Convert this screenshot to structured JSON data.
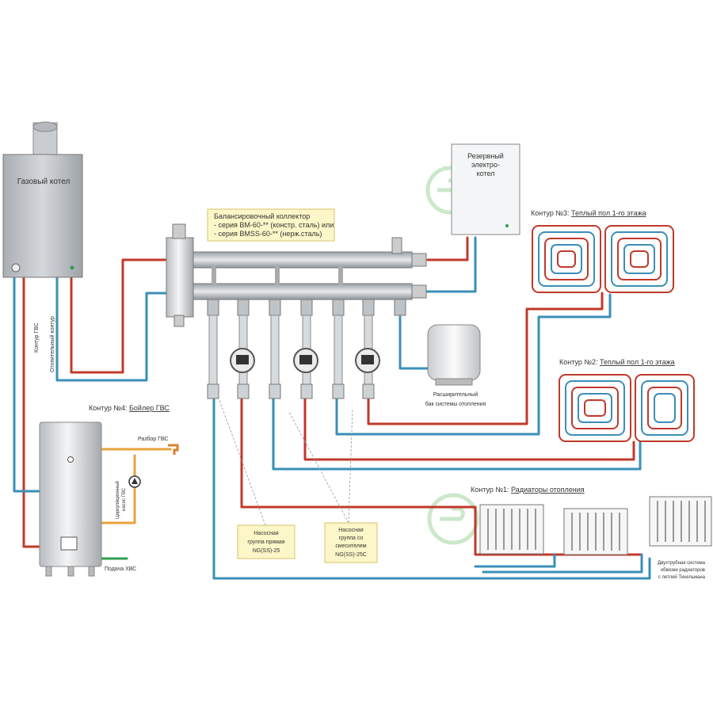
{
  "boiler": {
    "title": "Газовый котел",
    "dhw_circuit_label": "Контур ГВС",
    "heating_circuit_label": "Отопительный контур"
  },
  "collector": {
    "title": "Балансировочный коллектор",
    "line1": "- серия ВМ-60-** (констр. сталь) или",
    "line2": "- серия BMSS-60-** (нерж.сталь)"
  },
  "electric_boiler": {
    "line1": "Резервный",
    "line2": "электро-",
    "line3": "котел"
  },
  "expansion_tank": {
    "line1": "Расширительный",
    "line2": "бак системы отопления"
  },
  "circuit3": {
    "prefix": "Контур №3: ",
    "name": "Теплый пол 1-го этажа"
  },
  "circuit2": {
    "prefix": "Контур №2: ",
    "name": "Теплый пол 1-го этажа"
  },
  "circuit1": {
    "prefix": "Контур №1: ",
    "name": "Радиаторы отопления"
  },
  "circuit4": {
    "prefix": "Контур №4: ",
    "name": "Бойлер ГВС"
  },
  "dhw": {
    "draw_off": "Разбор ГВС",
    "pump_line1": "Циркуляционный",
    "pump_line2": "насос ГВС",
    "cold_supply": "Подача ХВС"
  },
  "pump_group_direct": {
    "line1": "Насосная",
    "line2": "группа прямая",
    "line3": "NG(SS)-25"
  },
  "pump_group_mixer": {
    "line1": "Насосная",
    "line2": "группа со",
    "line3": "смесителем",
    "line4": "NG(SS)-25C"
  },
  "radiator_note": {
    "line1": "Двухтрубная система",
    "line2": "обвязки радиаторов",
    "line3": "с петлей Тихельмана"
  },
  "colors": {
    "supply": "#c0392b",
    "return": "#3a8fb7",
    "dhw": "#e8a33c",
    "cold": "#2e9e4f",
    "callout_bg": "#fdf6c8",
    "callout_border": "#d6c46a",
    "watermark": "#6dbf6a"
  }
}
